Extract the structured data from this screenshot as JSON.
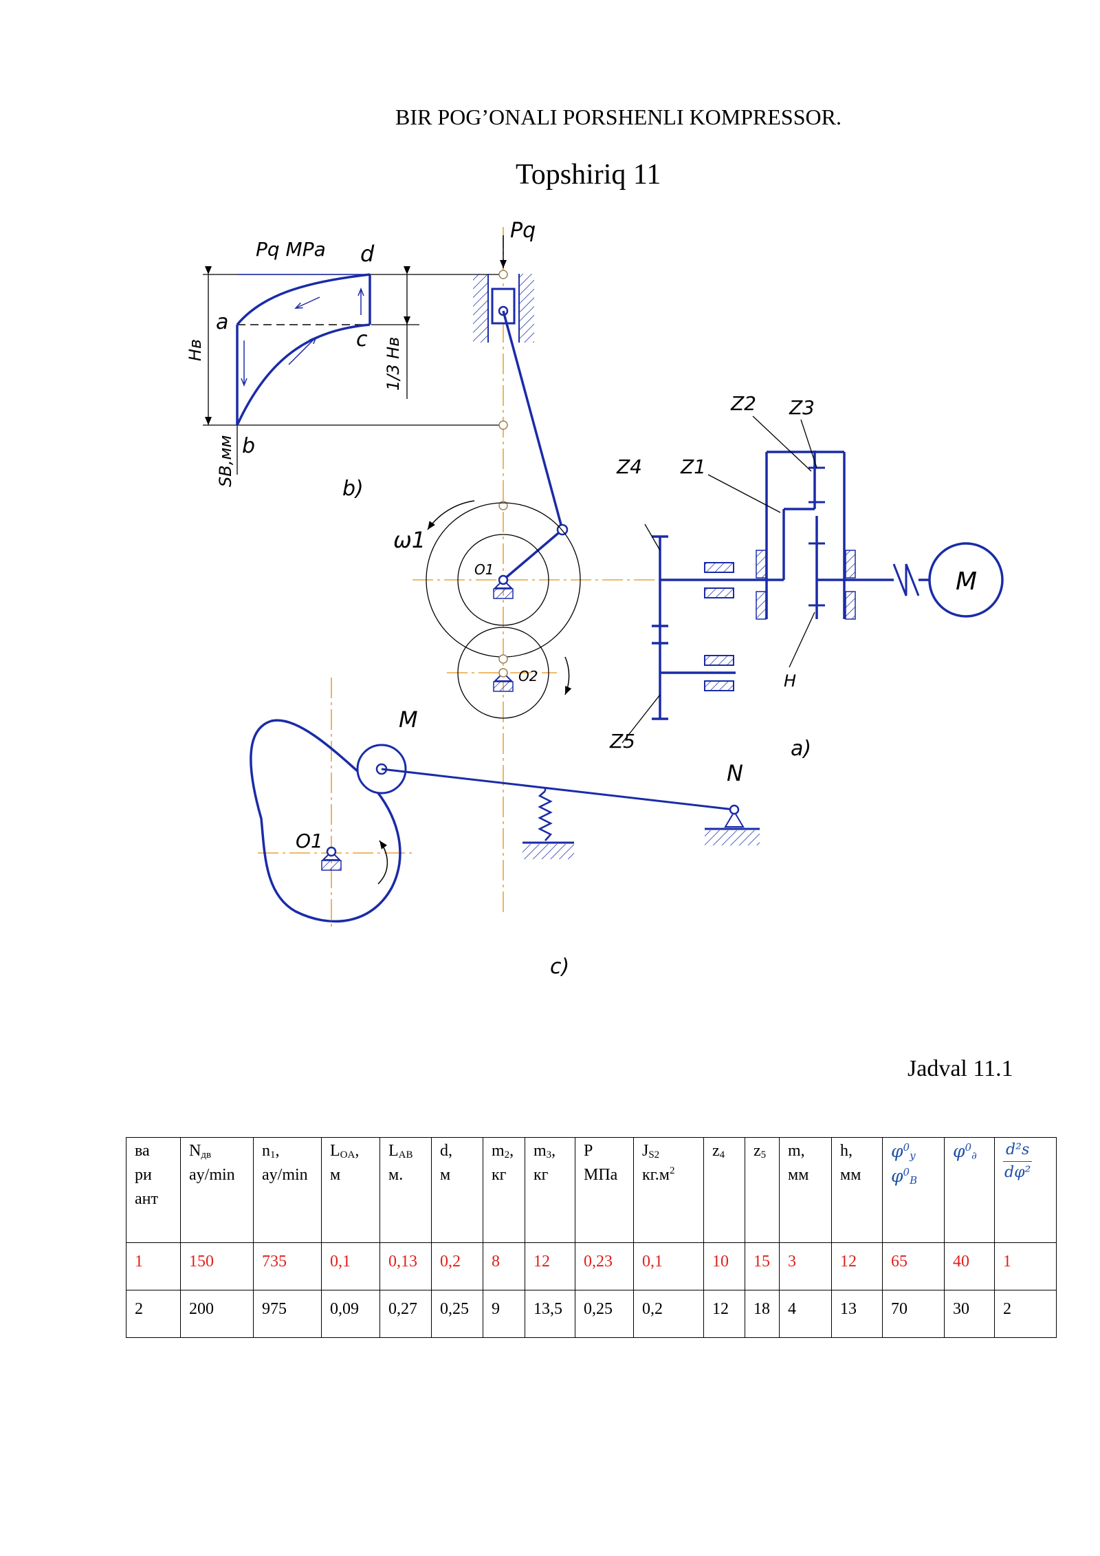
{
  "document": {
    "title": "BIR POG’ONALI PORSHENLI KOMPRESSOR.",
    "subtitle": "Topshiriq 11",
    "table_caption": "Jadval 11.1"
  },
  "diagram": {
    "b": {
      "axis_pressure": "Pq MPa",
      "axis_stroke": "SB,мм",
      "height_label": "Hв",
      "third_height_label": "1/3 Hв",
      "point_a": "a",
      "point_b": "b",
      "point_c": "c",
      "point_d": "d",
      "caption": "b)"
    },
    "mechanism": {
      "force_label": "Pq",
      "omega_label": "ω1",
      "o1_label": "O1",
      "o2_label": "O2"
    },
    "a": {
      "z1": "Z1",
      "z2": "Z2",
      "z3": "Z3",
      "z4": "Z4",
      "z5": "Z5",
      "carrier": "H",
      "motor": "M",
      "caption": "a)"
    },
    "c": {
      "roller_label": "M",
      "pivot_label": "N",
      "cam_center": "O1",
      "caption": "c)"
    }
  },
  "table": {
    "headers": {
      "variant": [
        "ва",
        "ри",
        "ант"
      ],
      "n_dv": {
        "main": "N",
        "sub": "дв",
        "unit": "ay/min"
      },
      "n1": {
        "main": "n",
        "sub": "1",
        "tail": ",",
        "unit": "ay/min"
      },
      "loa": {
        "main": "L",
        "sub": "OA",
        "tail": ",",
        "unit": "м"
      },
      "lab": {
        "main": "L",
        "sub": "AB",
        "unit": "м."
      },
      "d": {
        "main": "d,",
        "unit": "м"
      },
      "m2": {
        "main": "m",
        "sub": "2",
        "tail": ",",
        "unit": "кг"
      },
      "m3": {
        "main": "m",
        "sub": "3",
        "tail": ",",
        "unit": "кг"
      },
      "p": {
        "main": "P",
        "unit": "МПа"
      },
      "js2": {
        "main": "J",
        "sub": "S2",
        "unit": "кг.м",
        "sup": "2"
      },
      "z4": {
        "main": "z",
        "sub": "4"
      },
      "z5": {
        "main": "z",
        "sub": "5"
      },
      "m": {
        "main": "m,",
        "unit": "мм"
      },
      "h": {
        "main": "h,",
        "unit": "мм"
      },
      "phi_yv": {
        "top": "φ",
        "top_sup": "0",
        "top_sub": "y",
        "bottom": "φ",
        "bottom_sup": "0",
        "bottom_sub": "B"
      },
      "phi_d": {
        "main": "φ",
        "sup": "0",
        "sub": "∂"
      },
      "d2s": {
        "num": "d²s",
        "den": "dφ²"
      }
    },
    "rows": [
      [
        "1",
        "150",
        "735",
        "0,1",
        "0,13",
        "0,2",
        "8",
        "12",
        "0,23",
        "0,1",
        "10",
        "15",
        "3",
        "12",
        "65",
        "40",
        "1"
      ],
      [
        "2",
        "200",
        "975",
        "0,09",
        "0,27",
        "0,25",
        "9",
        "13,5",
        "0,25",
        "0,2",
        "12",
        "18",
        "4",
        "13",
        "70",
        "30",
        "2"
      ]
    ]
  },
  "colors": {
    "drawing_blue": "#1a2ba8",
    "axis_orange": "#e8a23a",
    "highlight_red": "#e0201b"
  }
}
